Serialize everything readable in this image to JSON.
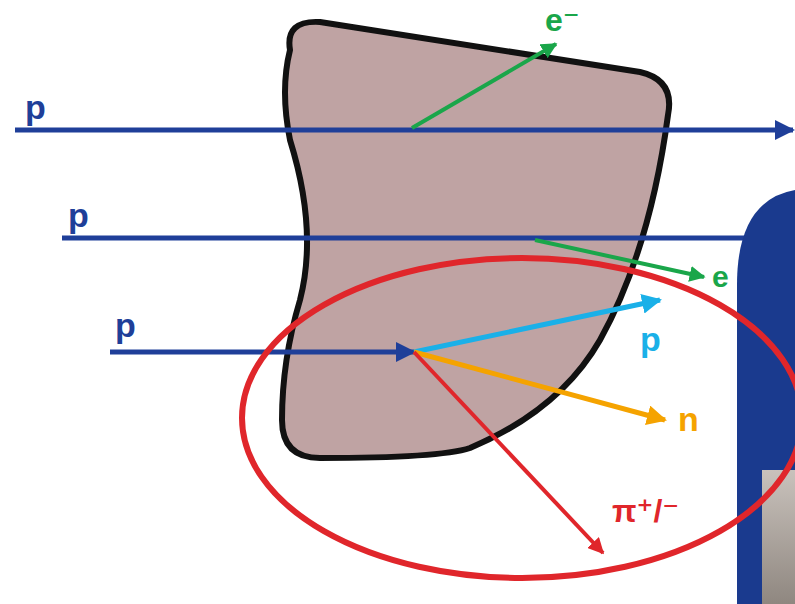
{
  "diagram": {
    "labels": [
      "p",
      "p",
      "p",
      "e⁻",
      "e",
      "p",
      "n",
      "π⁺/⁻"
    ]
  }
}
